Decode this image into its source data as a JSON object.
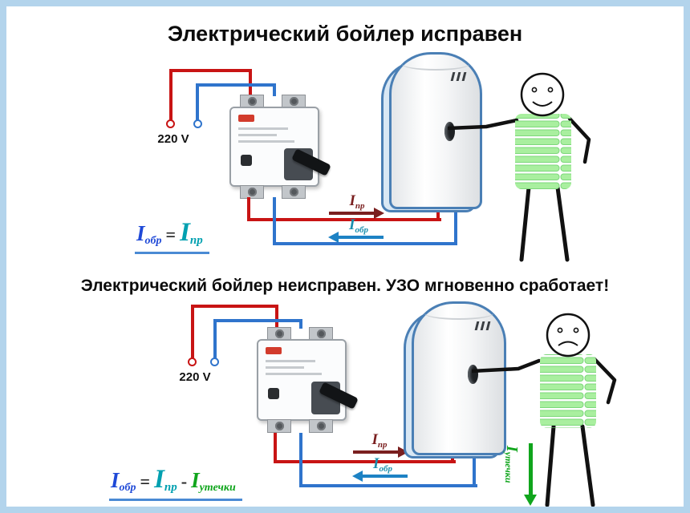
{
  "scene1": {
    "title": "Электрический бойлер исправен",
    "voltage_label": "220 V",
    "forward_current": {
      "sym": "I",
      "sub": "пр"
    },
    "return_current": {
      "sym": "I",
      "sub": "обр"
    },
    "formula": {
      "lhs_sym": "I",
      "lhs_sub": "обр",
      "eq": "=",
      "rhs_sym": "I",
      "rhs_sub": "пр"
    }
  },
  "scene2": {
    "title": "Электрический бойлер неисправен. УЗО мгновенно сработает!",
    "voltage_label": "220 V",
    "forward_current": {
      "sym": "I",
      "sub": "пр"
    },
    "return_current": {
      "sym": "I",
      "sub": "обр"
    },
    "leakage_current": {
      "sym": "I",
      "sub": "утечки"
    },
    "formula": {
      "lhs_sym": "I",
      "lhs_sub": "обр",
      "eq": "=",
      "t1_sym": "I",
      "t1_sub": "пр",
      "minus": "-",
      "t2_sym": "I",
      "t2_sub": "утечки"
    }
  },
  "colors": {
    "frame": "#b3d4ec",
    "wire_live": "#c81414",
    "wire_neutral": "#2f74cc",
    "forward_current_label": "#7a1f1f",
    "return_current_label": "#1a8fae",
    "leakage_current": "#10a51c",
    "formula_return": "#1f49d7",
    "formula_forward": "#00a0b0",
    "formula_leakage": "#10a51c",
    "boiler_outline": "#4a7fb5",
    "person_sweater": "#a9ef9f"
  }
}
